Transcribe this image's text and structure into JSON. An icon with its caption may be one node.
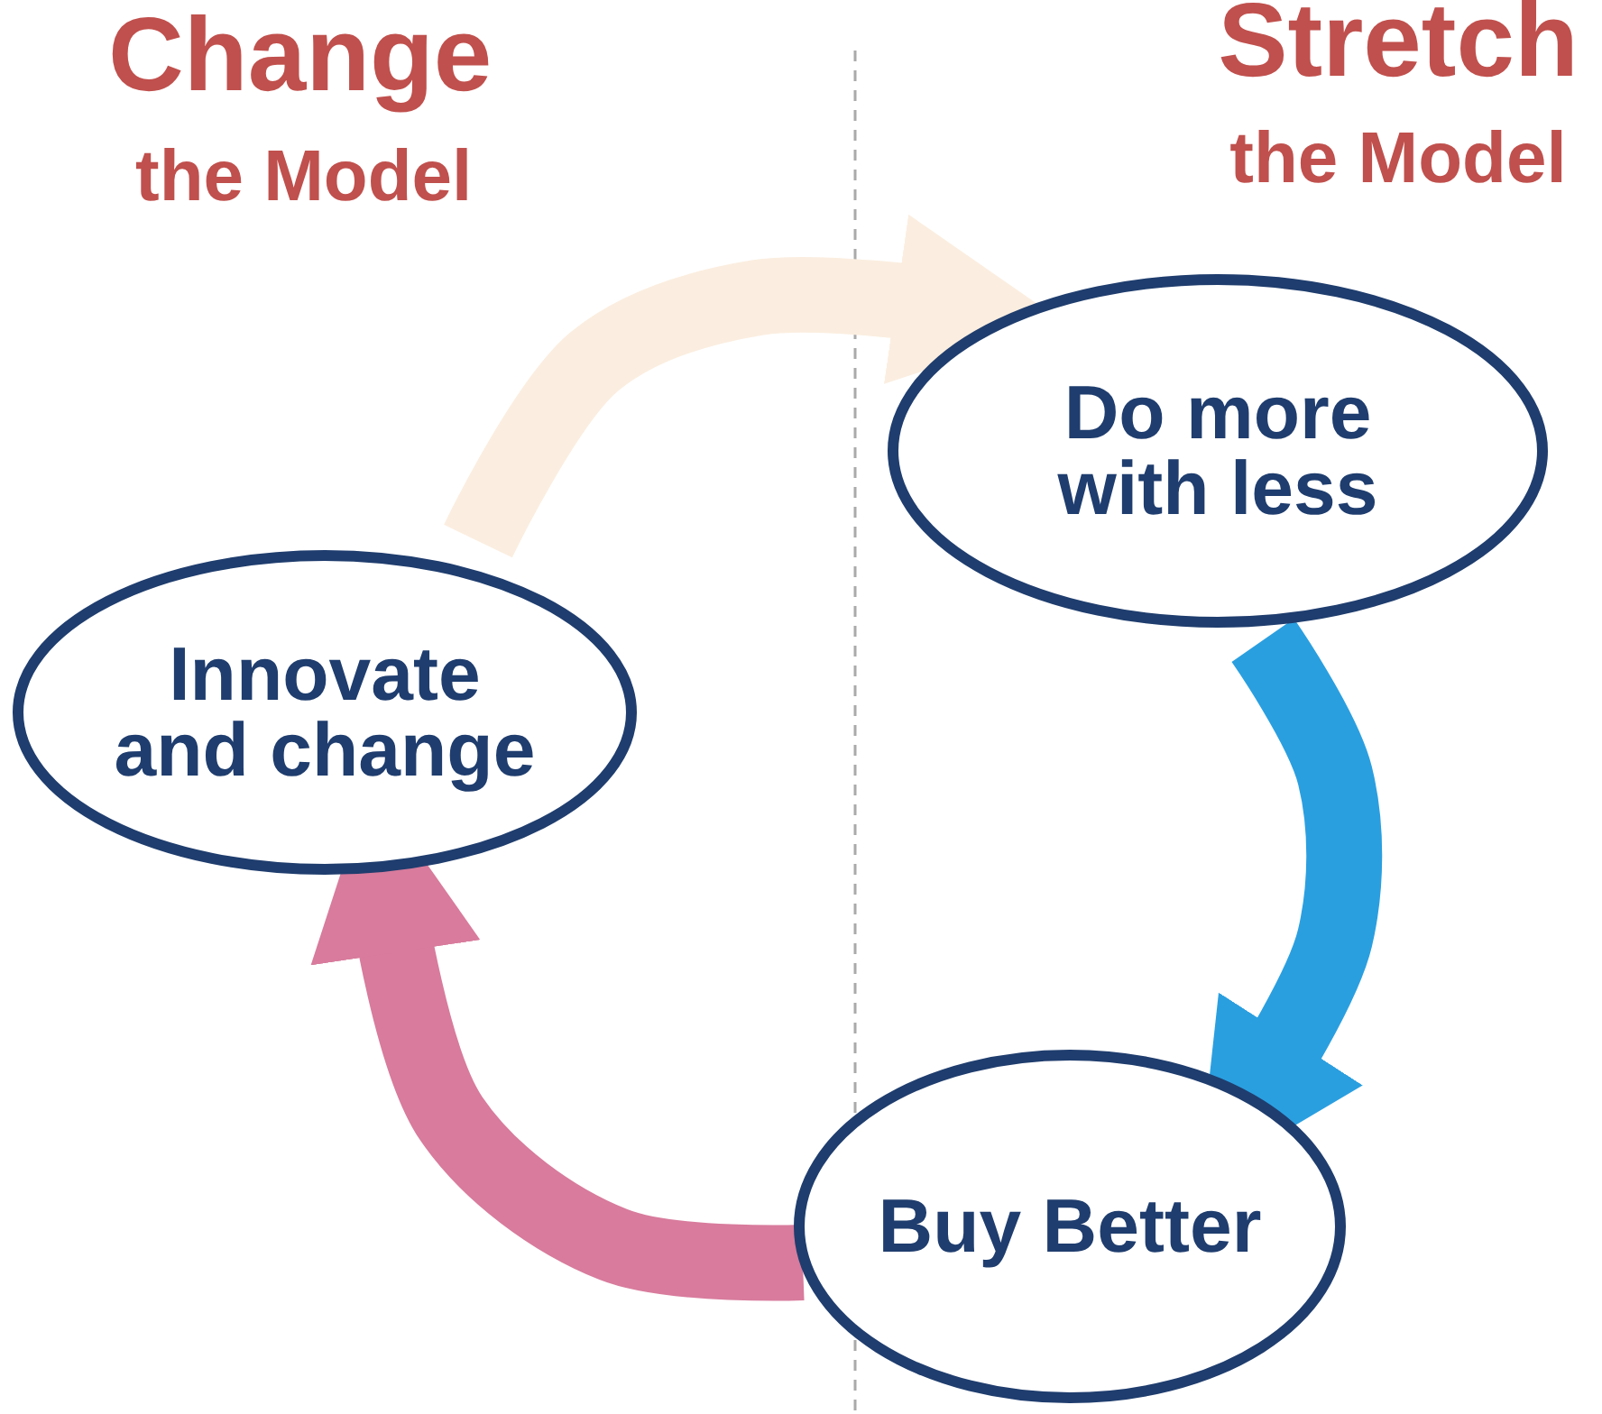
{
  "diagram": {
    "nodes": [
      {
        "text": [
          "Innovate and change"
        ]
      },
      {
        "text": [
          "Do more with less"
        ]
      },
      {
        "text": [
          "Buy Better"
        ]
      }
    ],
    "edges": [
      {
        "from": 0,
        "to": 1,
        "arrow": "to",
        "color": "#fbeee0"
      },
      {
        "from": 1,
        "to": 2,
        "arrow": "to",
        "color": "#2a9fe0"
      },
      {
        "from": 2,
        "to": 0,
        "arrow": "to",
        "color": "#d87b9c"
      }
    ],
    "labels": [
      "Change",
      "the Model",
      "Stretch",
      "the Model"
    ]
  }
}
